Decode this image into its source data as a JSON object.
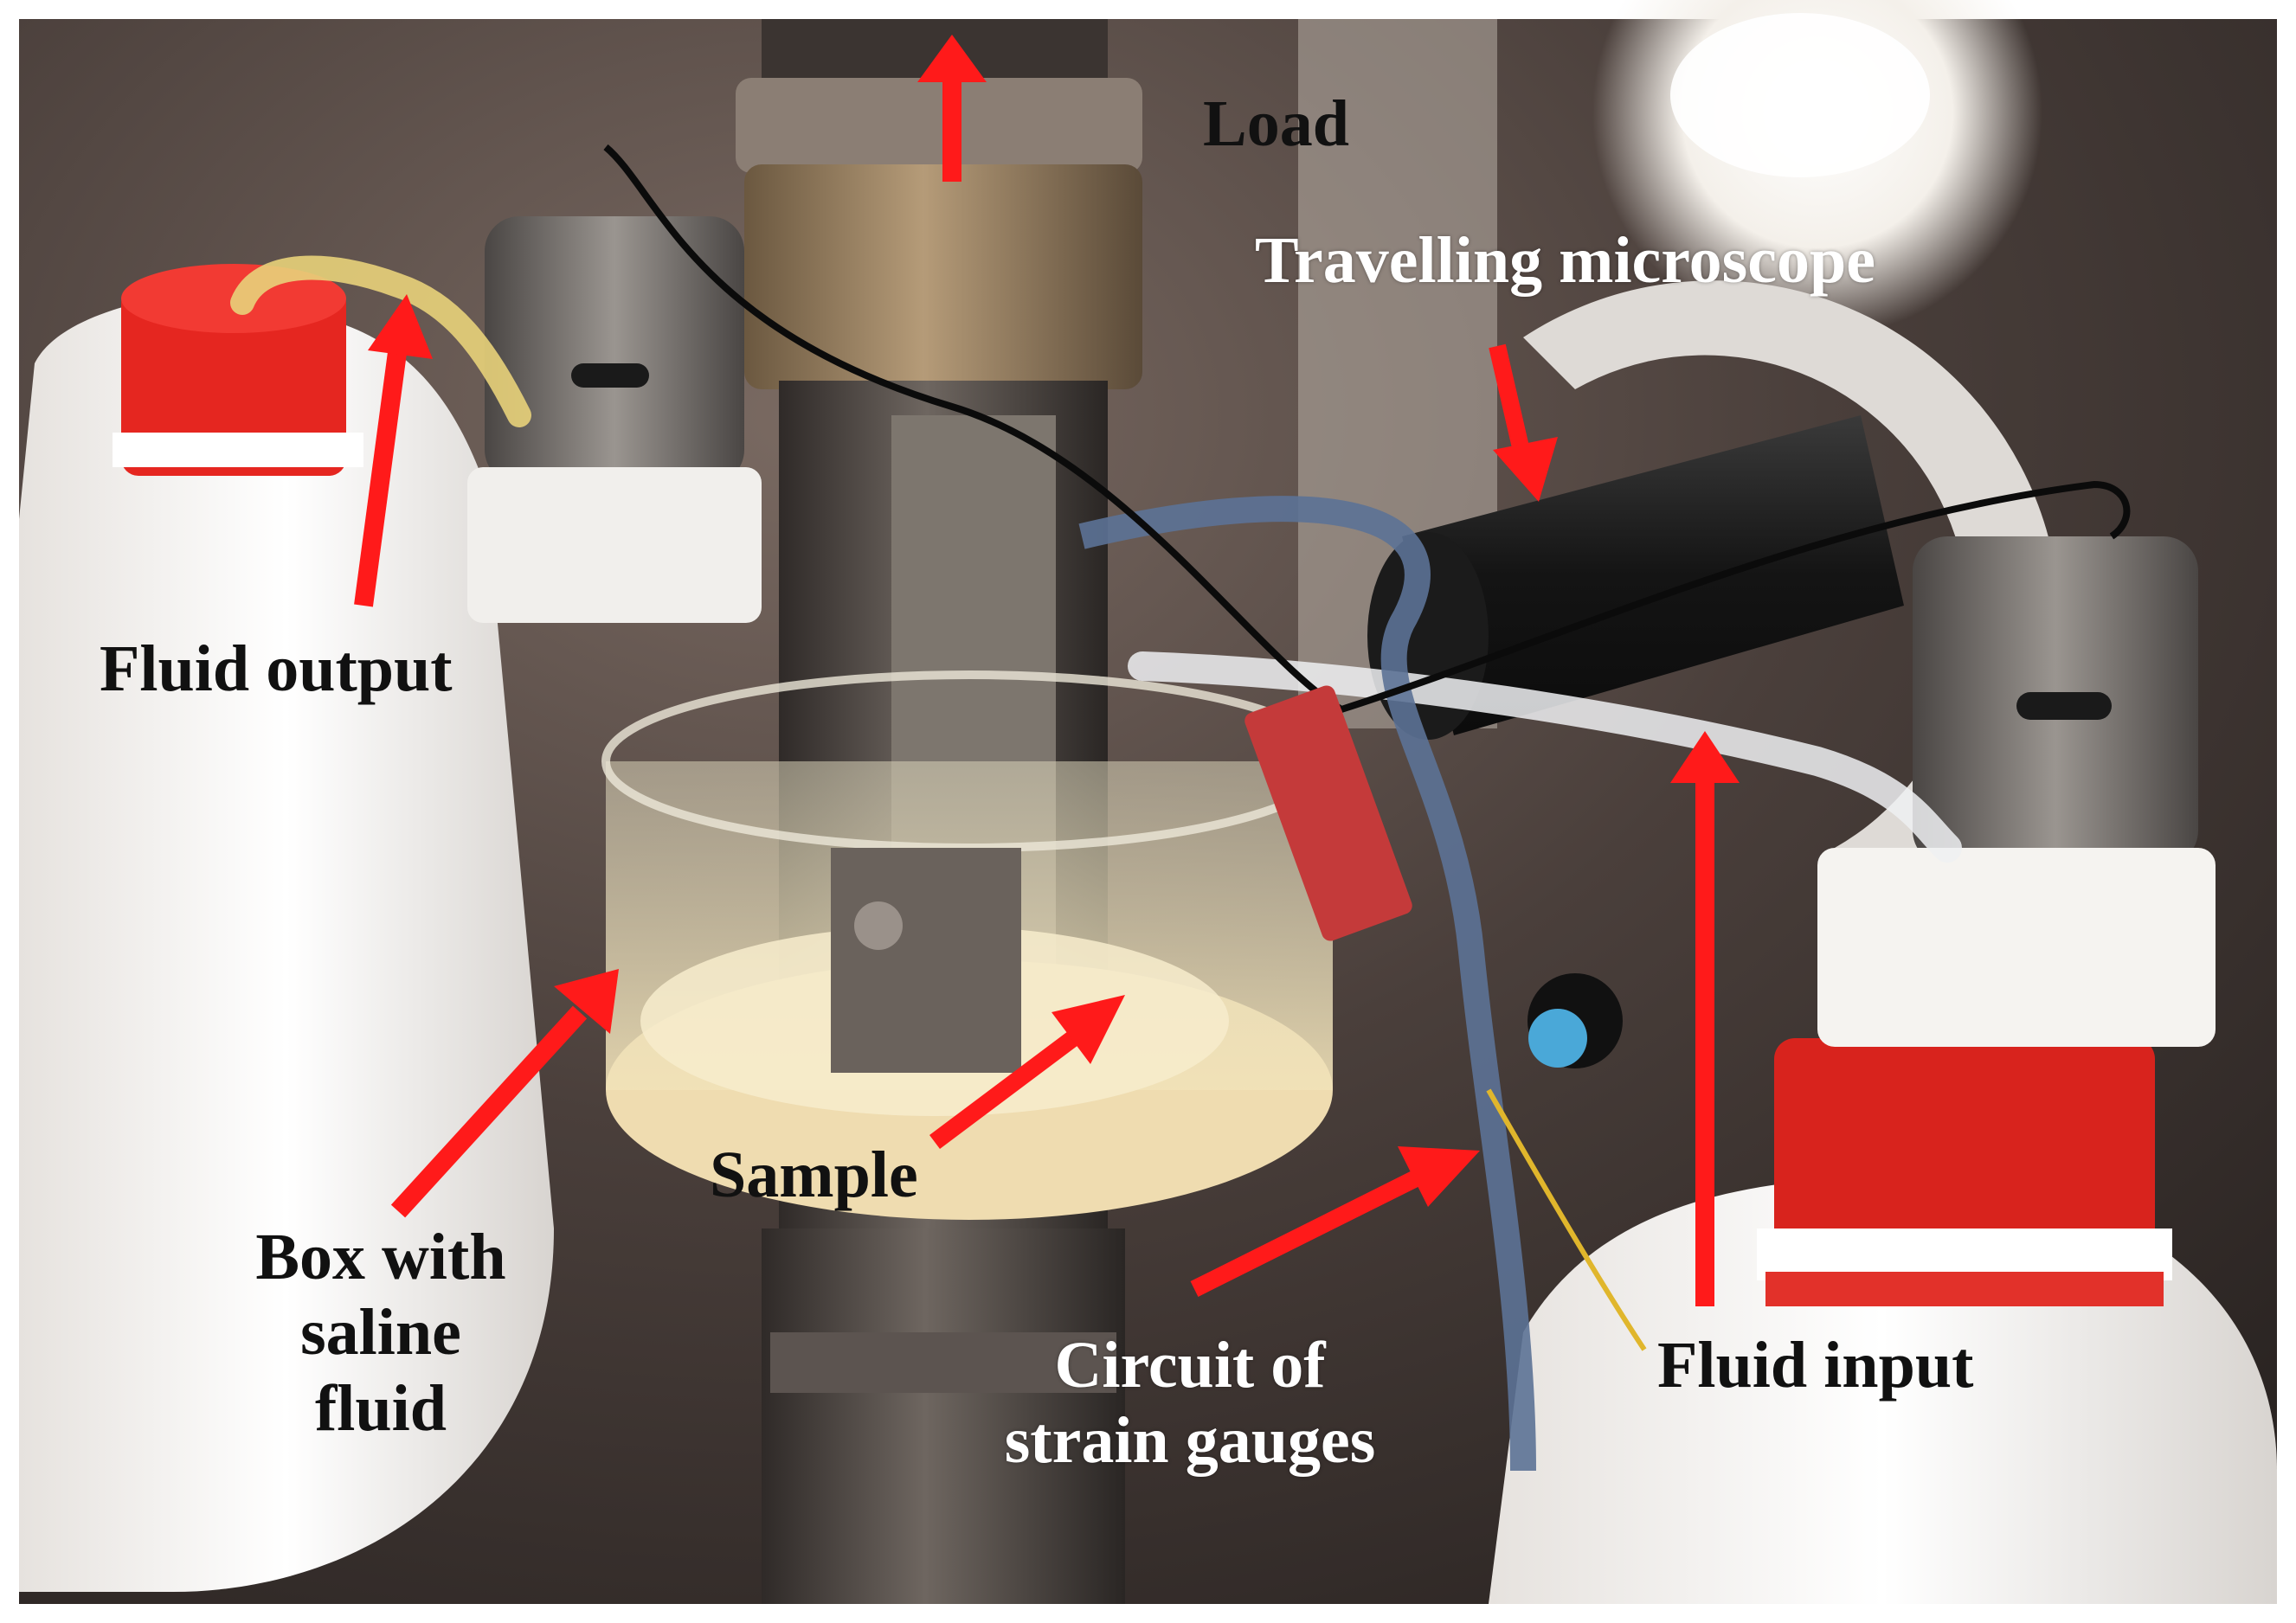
{
  "labels": {
    "load": "Load",
    "travelling_microscope": "Travelling microscope",
    "fluid_output": "Fluid output",
    "fluid_input": "Fluid input",
    "sample": "Sample",
    "box_line1": "Box with",
    "box_line2": "saline",
    "box_line3": "fluid",
    "circuit_line1": "Circuit of",
    "circuit_line2": "strain gauges"
  },
  "colors": {
    "arrow": "#ff1a1a",
    "dark_text": "#111111",
    "light_text": "#ffffff"
  }
}
